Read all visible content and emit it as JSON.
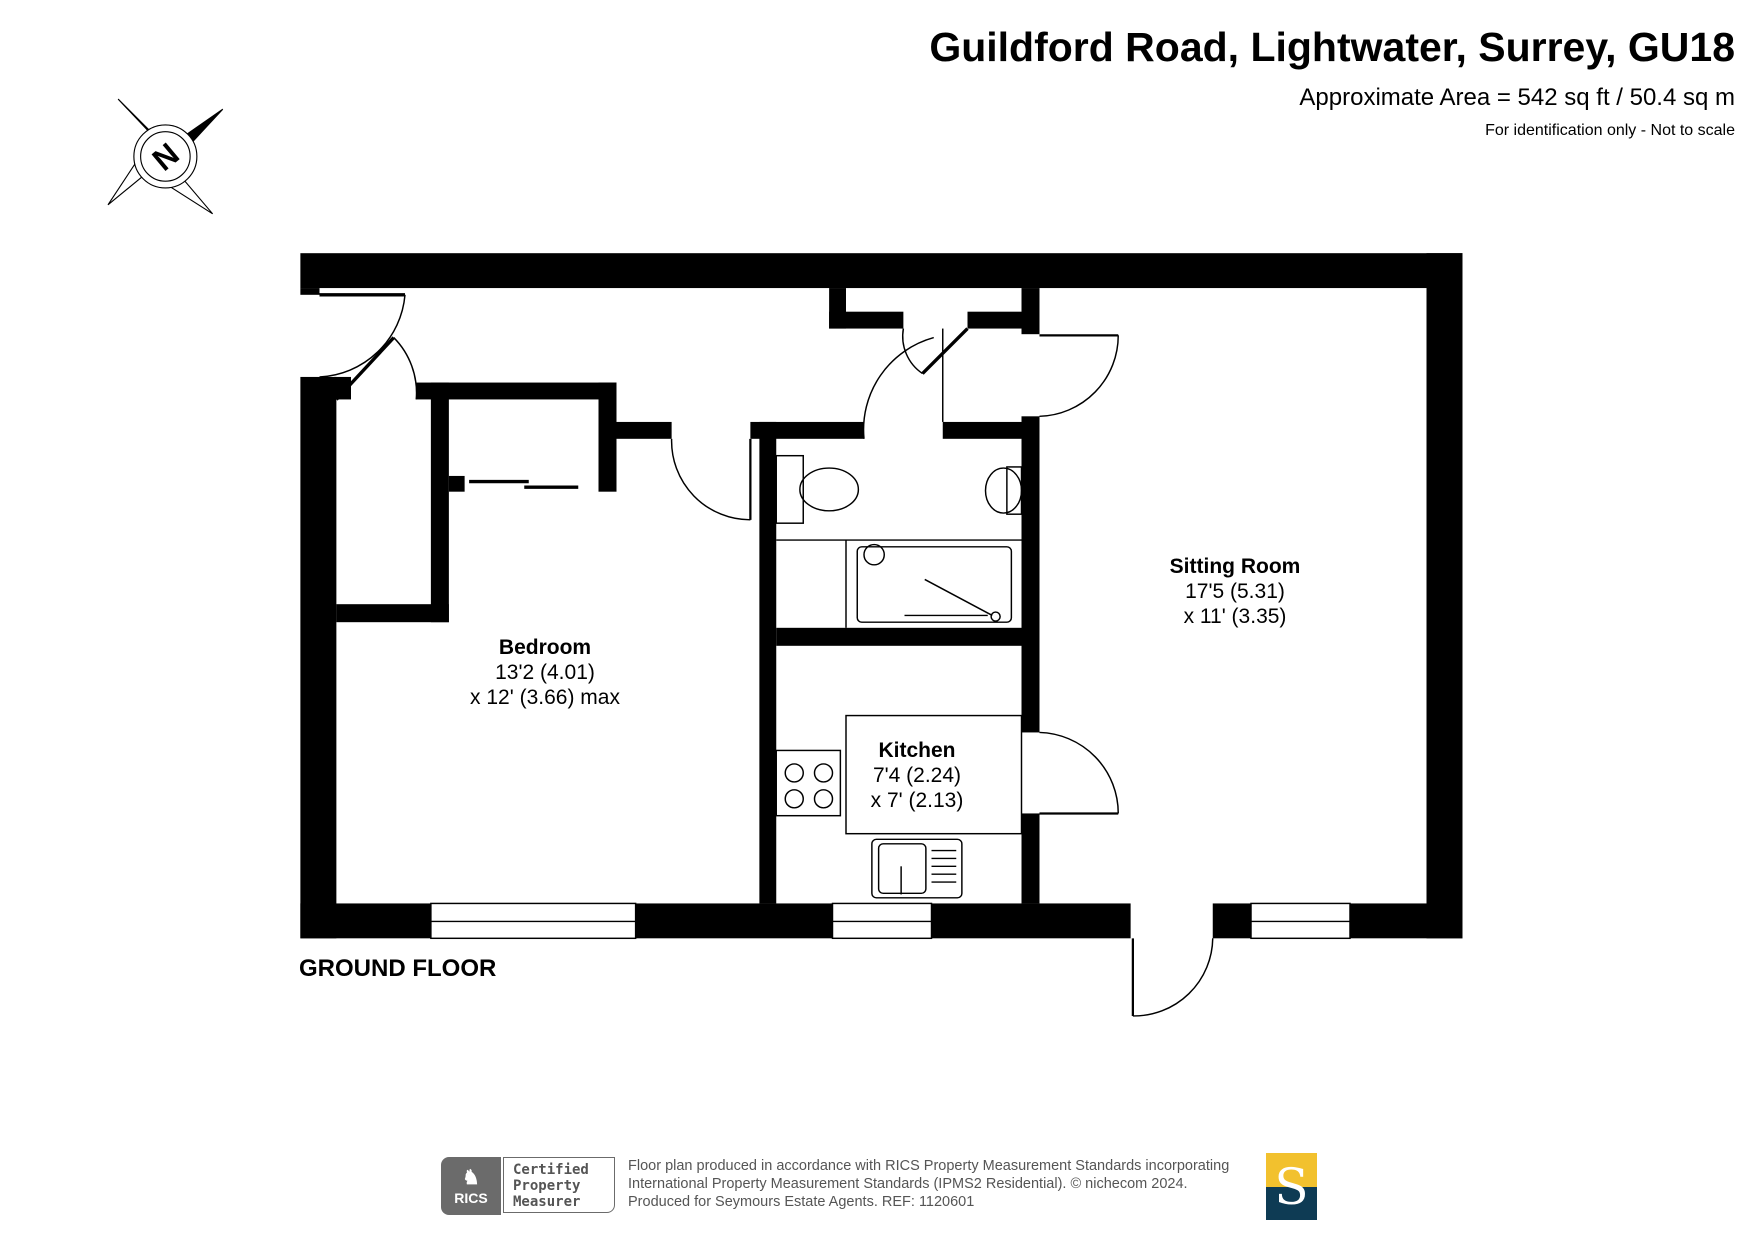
{
  "header": {
    "title": "Guildford Road, Lightwater, Surrey, GU18",
    "area": "Approximate Area = 542 sq ft / 50.4 sq m",
    "note": "For identification only - Not to scale"
  },
  "compass": {
    "label": "N",
    "icon": "compass-north-icon"
  },
  "rooms": [
    {
      "name": "Bedroom",
      "dim1": "13'2 (4.01)",
      "dim2": "x 12' (3.66) max"
    },
    {
      "name": "Sitting Room",
      "dim1": "17'5 (5.31)",
      "dim2": "x 11' (3.35)"
    },
    {
      "name": "Kitchen",
      "dim1": "7'4 (2.24)",
      "dim2": "x 7' (2.13)"
    }
  ],
  "floor_label": "GROUND FLOOR",
  "footer": {
    "rics_label": "RICS",
    "certified": [
      "Certified",
      "Property",
      "Measurer"
    ],
    "lines": [
      "Floor plan produced in accordance with RICS Property Measurement Standards incorporating",
      "International Property Measurement Standards (IPMS2 Residential).   © nichecom 2024.",
      "Produced for Seymours Estate Agents.   REF:  1120601"
    ],
    "logo_letter": "S",
    "colors": {
      "logo_top": "#f2c12e",
      "logo_bottom": "#0e3b54",
      "rics": "#6b6b6b"
    }
  }
}
